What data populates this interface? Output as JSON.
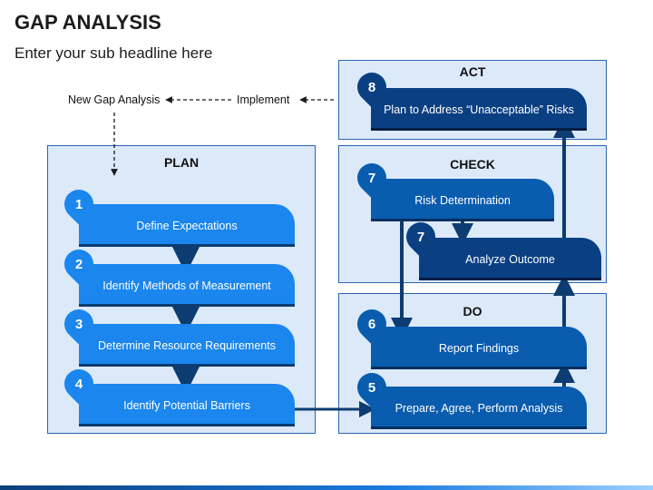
{
  "header": {
    "title": "GAP ANALYSIS",
    "subtitle": "Enter your sub headline here"
  },
  "loop": {
    "new_gap_label": "New Gap Analysis",
    "implement_label": "Implement"
  },
  "panels": {
    "plan": "PLAN",
    "act": "ACT",
    "check": "CHECK",
    "do": "DO"
  },
  "steps": [
    {
      "num": "1",
      "label": "Define Expectations"
    },
    {
      "num": "2",
      "label": "Identify Methods of Measurement"
    },
    {
      "num": "3",
      "label": "Determine Resource Requirements"
    },
    {
      "num": "4",
      "label": "Identify Potential Barriers"
    },
    {
      "num": "5",
      "label": "Prepare, Agree, Perform Analysis"
    },
    {
      "num": "6",
      "label": "Report Findings"
    },
    {
      "num": "7",
      "label": "Risk Determination"
    },
    {
      "num": "7",
      "label": "Analyze Outcome"
    },
    {
      "num": "8",
      "label": "Plan to Address “Unacceptable” Risks"
    }
  ],
  "colors": {
    "panel_bg": "#dce9f8",
    "panel_border": "#2a67b1",
    "step_light": "#1a86ee",
    "step_mid": "#0a5cae",
    "step_dark": "#0a3f82",
    "arrow": "#0d3c70"
  }
}
